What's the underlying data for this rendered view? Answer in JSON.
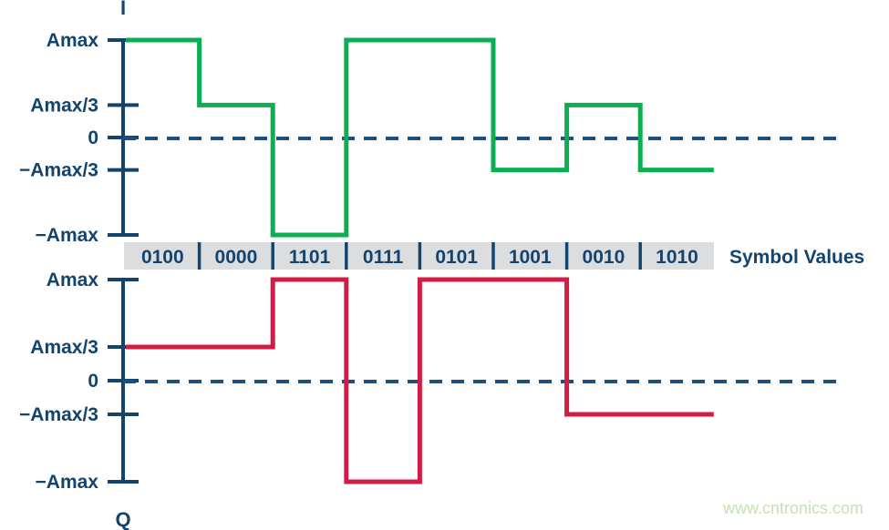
{
  "figure": {
    "background_color": "#FFFFFF",
    "axis_color": "#13446E",
    "zero_line_color": "#1C4E7F",
    "symbol_band_color": "#DCDDDF",
    "i_wave_color": "#0BAF52",
    "q_wave_color": "#D21C45",
    "watermark": "www.cntronics.com",
    "watermark_color": "#C6E0B4"
  },
  "axes": {
    "i_axis_name": "I",
    "q_axis_name": "Q",
    "tick_labels": [
      "Amax",
      "Amax/3",
      "0",
      "−Amax/3",
      "−Amax"
    ]
  },
  "symbol_band": {
    "caption": "Symbol Values",
    "symbols": [
      "0100",
      "0000",
      "1101",
      "0111",
      "0101",
      "1001",
      "0010",
      "1010"
    ]
  },
  "chart_data": {
    "type": "line",
    "title": "",
    "subtitle": "",
    "xlabel": "Symbol Values",
    "ylabel": "",
    "grid": false,
    "legend_position": "none",
    "level_labels": [
      "Amax",
      "Amax/3",
      "0",
      "−Amax/3",
      "−Amax"
    ],
    "level_values": [
      1,
      0.3333,
      0,
      -0.3333,
      -1
    ],
    "ylim": [
      -1.25,
      1.25
    ],
    "x_categories": [
      "0100",
      "0000",
      "1101",
      "0111",
      "0101",
      "1001",
      "0010",
      "1010"
    ],
    "annotations": [
      "I",
      "Q",
      "Symbol Values",
      "www.cntronics.com"
    ],
    "series": [
      {
        "name": "I",
        "color": "#0BAF52",
        "style": "step",
        "level_names": [
          "Amax",
          "Amax/3",
          "−Amax",
          "Amax",
          "Amax",
          "−Amax/3",
          "Amax/3",
          "−Amax/3"
        ],
        "values": [
          1,
          0.3333,
          -1,
          1,
          1,
          -0.3333,
          0.3333,
          -0.3333
        ]
      },
      {
        "name": "Q",
        "color": "#D21C45",
        "style": "step",
        "level_names": [
          "Amax/3",
          "Amax/3",
          "Amax",
          "−Amax",
          "Amax",
          "Amax",
          "−Amax/3",
          "−Amax/3"
        ],
        "values": [
          0.3333,
          0.3333,
          1,
          -1,
          1,
          1,
          -0.3333,
          -0.3333
        ]
      }
    ]
  }
}
